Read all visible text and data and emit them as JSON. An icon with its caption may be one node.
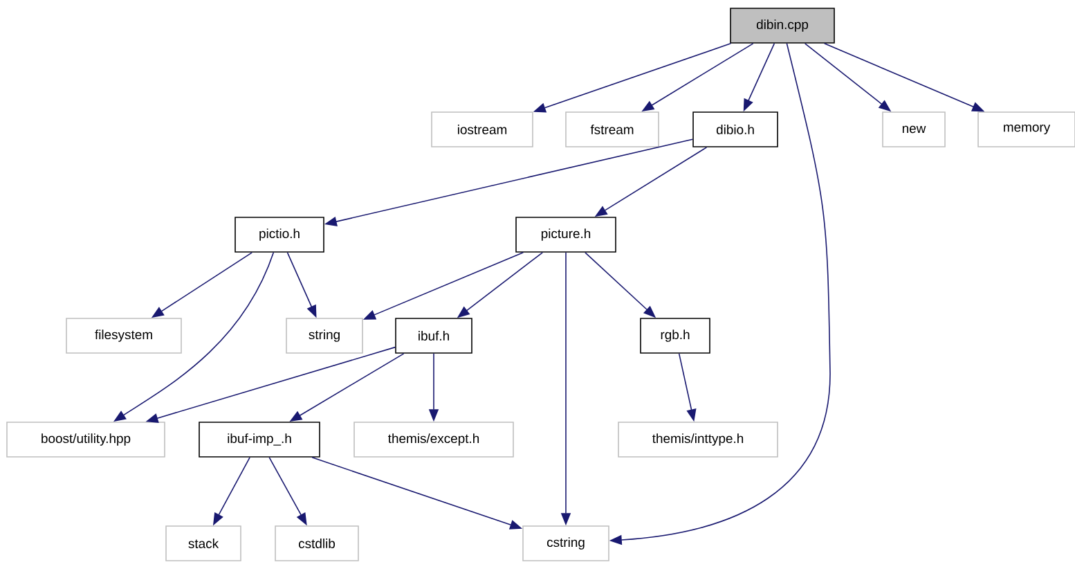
{
  "diagram": {
    "nodes": [
      {
        "text": [
          "dibin.cpp"
        ]
      },
      {
        "text": [
          "iostream"
        ]
      },
      {
        "text": [
          "fstream"
        ]
      },
      {
        "text": [
          "dibio.h"
        ]
      },
      {
        "text": [
          "new"
        ]
      },
      {
        "text": [
          "memory"
        ]
      },
      {
        "text": [
          "pictio.h"
        ]
      },
      {
        "text": [
          "picture.h"
        ]
      },
      {
        "text": [
          "filesystem"
        ]
      },
      {
        "text": [
          "string"
        ]
      },
      {
        "text": [
          "ibuf.h"
        ]
      },
      {
        "text": [
          "rgb.h"
        ]
      },
      {
        "text": [
          "boost/utility.hpp"
        ]
      },
      {
        "text": [
          "ibuf-imp_.h"
        ]
      },
      {
        "text": [
          "themis/except.h"
        ]
      },
      {
        "text": [
          "themis/inttype.h"
        ]
      },
      {
        "text": [
          "stack"
        ]
      },
      {
        "text": [
          "cstdlib"
        ]
      },
      {
        "text": [
          "cstring"
        ]
      }
    ],
    "edges": [
      {
        "from": 0,
        "to": 1,
        "arrow": "to"
      },
      {
        "from": 0,
        "to": 2,
        "arrow": "to"
      },
      {
        "from": 0,
        "to": 3,
        "arrow": "to"
      },
      {
        "from": 0,
        "to": 4,
        "arrow": "to"
      },
      {
        "from": 0,
        "to": 5,
        "arrow": "to"
      },
      {
        "from": 0,
        "to": 18,
        "arrow": "to"
      },
      {
        "from": 3,
        "to": 6,
        "arrow": "to"
      },
      {
        "from": 3,
        "to": 7,
        "arrow": "to"
      },
      {
        "from": 6,
        "to": 8,
        "arrow": "to"
      },
      {
        "from": 6,
        "to": 9,
        "arrow": "to"
      },
      {
        "from": 6,
        "to": 12,
        "arrow": "to"
      },
      {
        "from": 7,
        "to": 9,
        "arrow": "to"
      },
      {
        "from": 7,
        "to": 10,
        "arrow": "to"
      },
      {
        "from": 7,
        "to": 18,
        "arrow": "to"
      },
      {
        "from": 7,
        "to": 11,
        "arrow": "to"
      },
      {
        "from": 10,
        "to": 12,
        "arrow": "to"
      },
      {
        "from": 10,
        "to": 13,
        "arrow": "to"
      },
      {
        "from": 10,
        "to": 14,
        "arrow": "to"
      },
      {
        "from": 11,
        "to": 15,
        "arrow": "to"
      },
      {
        "from": 13,
        "to": 16,
        "arrow": "to"
      },
      {
        "from": 13,
        "to": 17,
        "arrow": "to"
      },
      {
        "from": 13,
        "to": 18,
        "arrow": "to"
      }
    ]
  }
}
